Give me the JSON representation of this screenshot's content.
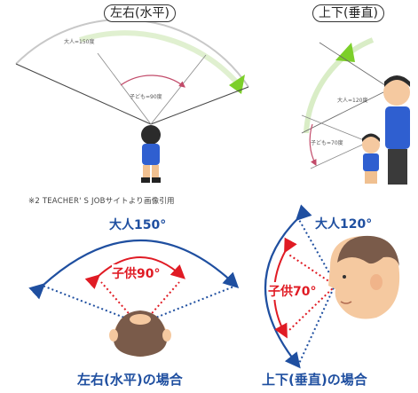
{
  "top": {
    "left_title": "左右(水平)",
    "right_title": "上下(垂直)",
    "left_adult_label": "大人=150度",
    "left_child_label": "子ども=90度",
    "right_adult_label": "大人=120度",
    "right_child_label": "子ども=70度",
    "credit": "※2 TEACHER' S JOBサイトより画像引用"
  },
  "bottom": {
    "horizontal": {
      "adult_label": "大人150°",
      "child_label": "子供90°",
      "caption": "左右(水平)の場合"
    },
    "vertical": {
      "adult_label": "大人120°",
      "child_label": "子供70°",
      "caption": "上下(垂直)の場合"
    }
  },
  "colors": {
    "blue": "#1f4fa0",
    "red": "#e01b24",
    "green": "#7ccf2a",
    "skin": "#f5c9a0",
    "hair": "#3a2a20"
  }
}
